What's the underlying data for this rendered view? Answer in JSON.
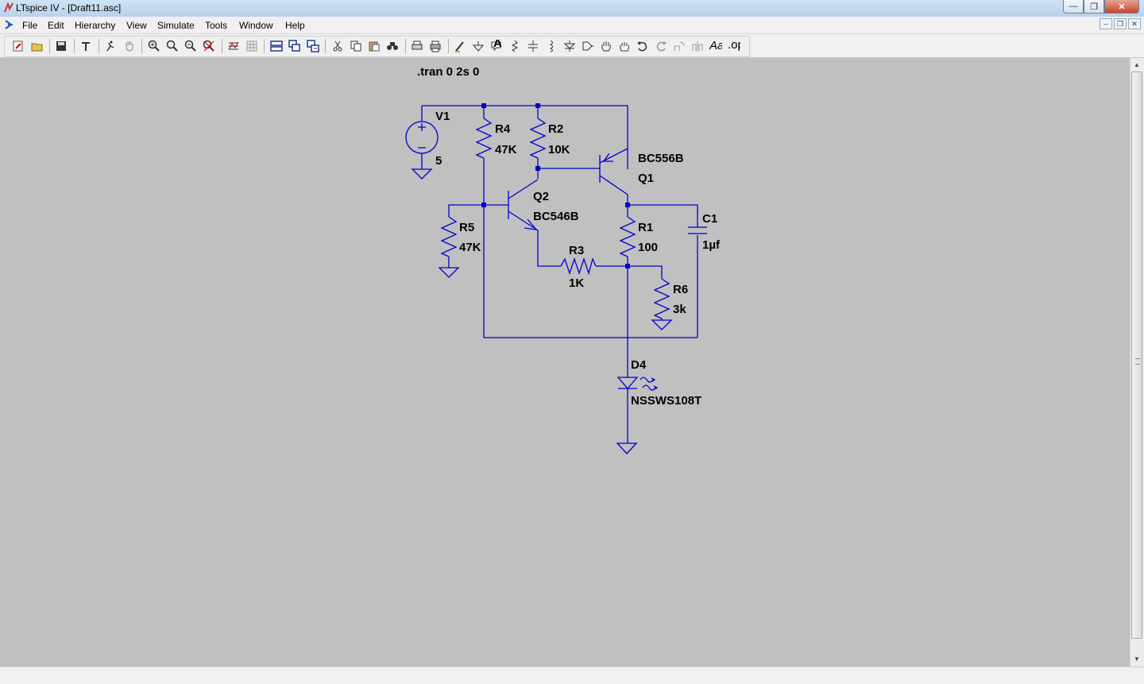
{
  "window": {
    "title": "LTspice IV - [Draft11.asc]",
    "minimize_glyph": "—",
    "maximize_glyph": "❐",
    "close_glyph": "✕"
  },
  "menu": {
    "items": [
      "File",
      "Edit",
      "Hierarchy",
      "View",
      "Simulate",
      "Tools",
      "Window",
      "Help"
    ],
    "mdi_minimize": "–",
    "mdi_restore": "❐",
    "mdi_close": "✕"
  },
  "toolbar": {
    "icons": [
      "new-schematic-icon",
      "open-icon",
      "save-icon",
      "control-panel-icon",
      "run-icon",
      "pan-icon",
      "zoom-in-icon",
      "zoom-to-fit-icon",
      "zoom-out-icon",
      "zoom-cancel-icon",
      "plot-icon",
      "grid-icon",
      "tile-horizontal-icon",
      "cascade-icon",
      "tile-vertical-icon",
      "cut-icon",
      "copy-icon",
      "paste-icon",
      "find-icon",
      "print-setup-icon",
      "print-icon",
      "draw-wire-icon",
      "ground-icon",
      "label-net-icon",
      "resistor-icon",
      "capacitor-icon",
      "inductor-icon",
      "diode-icon",
      "component-icon",
      "move-icon",
      "drag-icon",
      "undo-icon",
      "redo-icon",
      "rotate-icon",
      "mirror-icon",
      "text-icon",
      "spice-directive-icon"
    ]
  },
  "schematic": {
    "directive": ".tran 0 2s 0",
    "components": {
      "V1": {
        "name": "V1",
        "value": "5"
      },
      "R4": {
        "name": "R4",
        "value": "47K"
      },
      "R2": {
        "name": "R2",
        "value": "10K"
      },
      "Q1": {
        "name": "Q1",
        "model": "BC556B"
      },
      "Q2": {
        "name": "Q2",
        "model": "BC546B"
      },
      "R5": {
        "name": "R5",
        "value": "47K"
      },
      "R1": {
        "name": "R1",
        "value": "100"
      },
      "C1": {
        "name": "C1",
        "value": "1µf"
      },
      "R3": {
        "name": "R3",
        "value": "1K"
      },
      "R6": {
        "name": "R6",
        "value": "3k"
      },
      "D4": {
        "name": "D4",
        "model": "NSSWS108T"
      }
    },
    "wire_color": "#0000cc",
    "canvas_color": "#c0c0c0"
  }
}
